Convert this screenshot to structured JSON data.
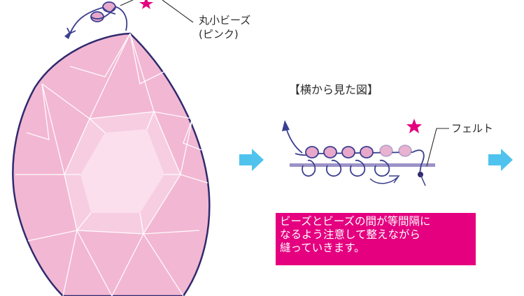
{
  "labels": {
    "bead_name_line1": "丸小ビーズ",
    "bead_name_line2": "(ピンク)",
    "side_view_title": "【横から見た図】",
    "felt_label": "フェルト"
  },
  "note": {
    "lines": [
      "ビーズとビーズの間が等間隔に",
      "なるよう注意して整えながら",
      "縫っていきます。"
    ]
  },
  "colors": {
    "accent": "#e4007f",
    "thread": "#3b3f8f",
    "bead_light": "#e7a8cb",
    "felt": "#9b92c7",
    "next_arrow": "#4fc3ee",
    "gem": "#f2b7d3"
  }
}
